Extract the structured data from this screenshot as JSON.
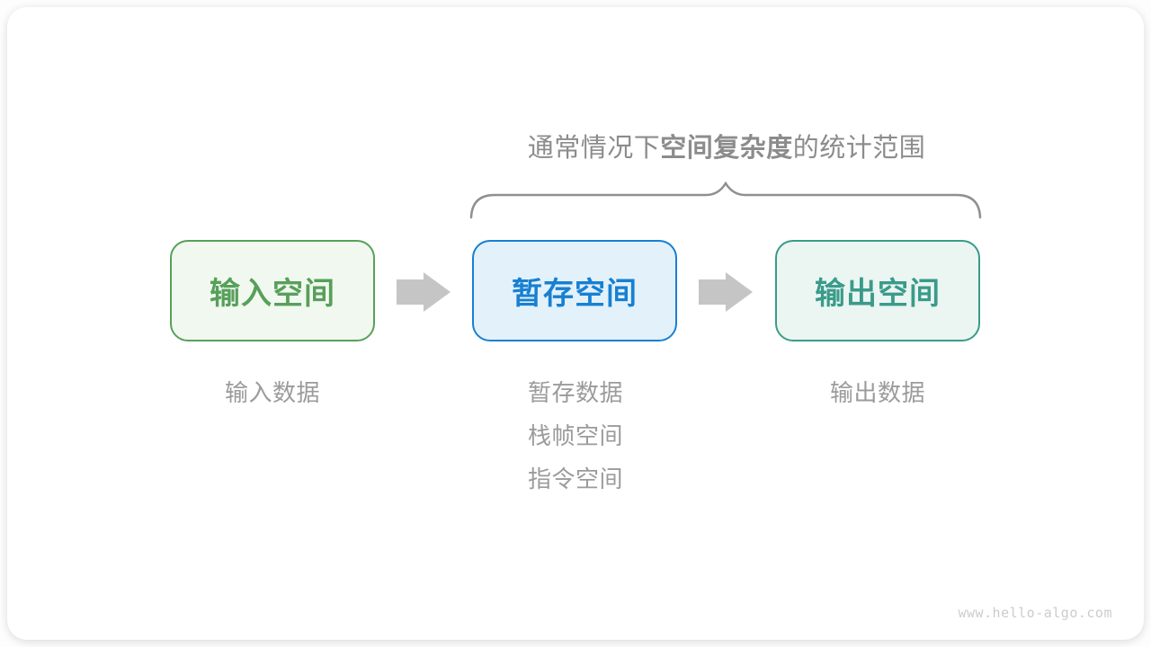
{
  "title": {
    "prefix": "通常情况下",
    "bold": "空间复杂度",
    "suffix": "的统计范围"
  },
  "boxes": [
    {
      "label": "输入空间",
      "color": "#57a05a",
      "fill": "#f1f8f0",
      "sublabels": [
        "输入数据"
      ]
    },
    {
      "label": "暂存空间",
      "color": "#1780d2",
      "fill": "#e3f1fb",
      "sublabels": [
        "暂存数据",
        "栈帧空间",
        "指令空间"
      ]
    },
    {
      "label": "输出空间",
      "color": "#3a9b8a",
      "fill": "#ebf5f2",
      "sublabels": [
        "输出数据"
      ]
    }
  ],
  "colors": {
    "title_text": "#8c8c8c",
    "sublabel_text": "#9b9b9b",
    "arrow": "#c5c5c5",
    "brace": "#8f8f8f",
    "watermark_text": "#cccccc"
  },
  "watermark": "www.hello-algo.com"
}
